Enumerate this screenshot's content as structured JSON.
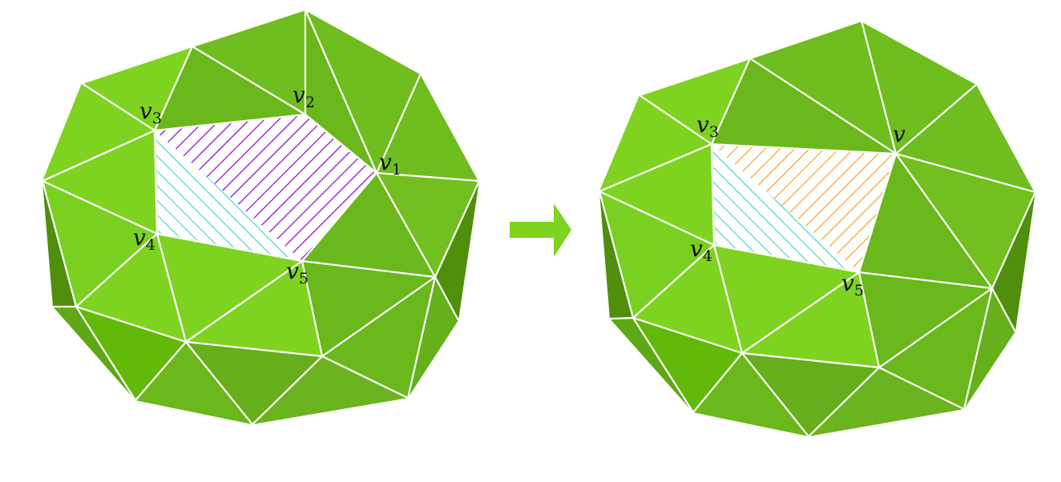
{
  "figure": {
    "description": "Edge collapse on a triangle mesh: vertices v1 and v2 merge into a single vertex v",
    "colors": {
      "background": "#ffffff",
      "face_light": "#7ed321",
      "face_mid": "#6fbd1e",
      "face_dark": "#66b01c",
      "face_side": "#4f8f0c",
      "face_bottom": "#5fb80a",
      "edge": "#ffffff",
      "hatch_removed": "#9b30e0",
      "hatch_kept": "#4fd9c4",
      "hatch_new": "#f5a623",
      "arrow": "#7ed321"
    },
    "arrow": {
      "icon": "right-arrow-icon",
      "direction": "left-to-right"
    }
  },
  "before": {
    "labels": {
      "v1": {
        "base": "v",
        "sub": "1"
      },
      "v2": {
        "base": "v",
        "sub": "2"
      },
      "v3": {
        "base": "v",
        "sub": "3"
      },
      "v4": {
        "base": "v",
        "sub": "4"
      },
      "v5": {
        "base": "v",
        "sub": "5"
      }
    }
  },
  "after": {
    "labels": {
      "v": {
        "base": "v",
        "sub": ""
      },
      "v3": {
        "base": "v",
        "sub": "3"
      },
      "v4": {
        "base": "v",
        "sub": "4"
      },
      "v5": {
        "base": "v",
        "sub": "5"
      }
    }
  }
}
